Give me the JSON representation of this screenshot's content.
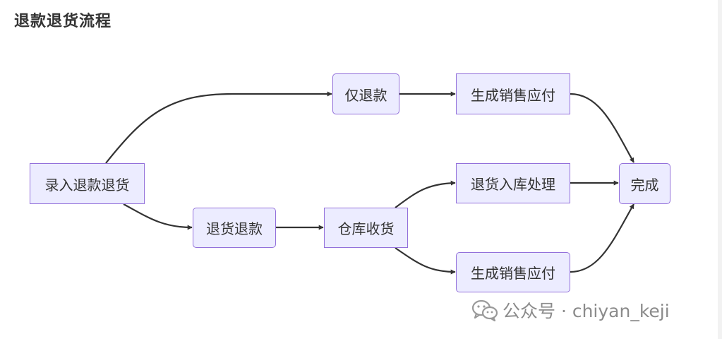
{
  "title": "退款退货流程",
  "nodes": {
    "entry": "录入退款退货",
    "refund_only": "仅退款",
    "sales_payable_top": "生成销售应付",
    "return_refund": "退货退款",
    "warehouse_receive": "仓库收货",
    "return_inbound": "退货入库处理",
    "sales_payable_bottom": "生成销售应付",
    "complete": "完成"
  },
  "watermark": {
    "icon": "wechat-icon",
    "text": "公众号 · chiyan_keji"
  },
  "colors": {
    "node_fill": "#ECECFF",
    "node_border": "#9370DB",
    "edge": "#333333",
    "text": "#333333"
  }
}
